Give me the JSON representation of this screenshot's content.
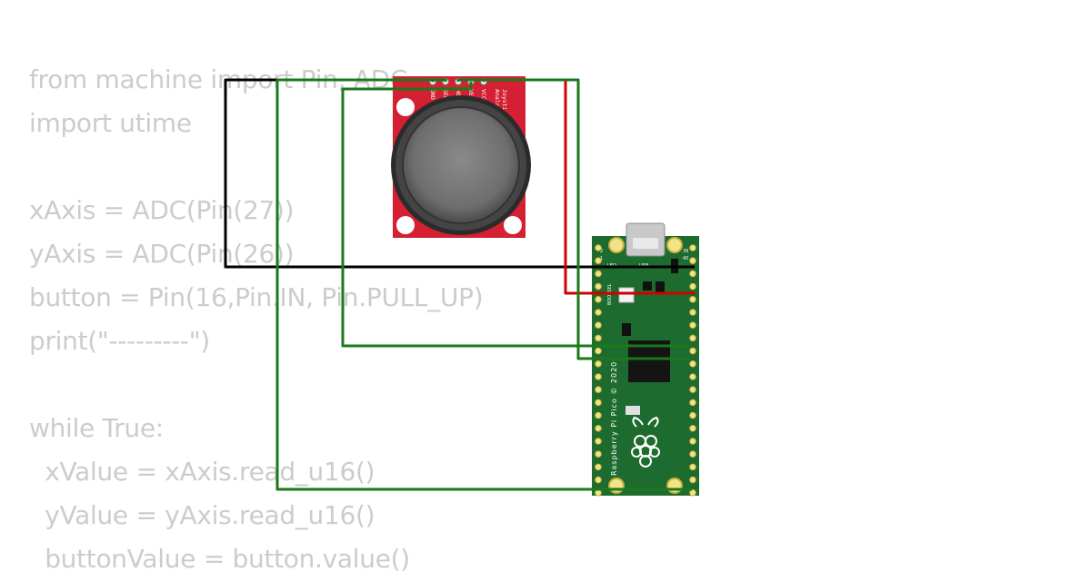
{
  "code": {
    "lines": [
      "from machine import Pin, ADC",
      "import utime",
      "",
      "xAxis = ADC(Pin(27))",
      "yAxis = ADC(Pin(26))",
      "button = Pin(16,Pin.IN, Pin.PULL_UP)",
      "print(\"---------\")",
      "",
      "while True:",
      "  xValue = xAxis.read_u16()",
      "  yValue = yAxis.read_u16()",
      "  buttonValue = button.value()"
    ]
  },
  "joystick": {
    "pins": [
      "GND",
      "SEL",
      "HORZ",
      "VERT",
      "VCC"
    ],
    "title_line1": "Analog",
    "title_line2": "Joystick",
    "color": "#d42032"
  },
  "pico": {
    "name": "Raspberry Pi Pico © 2020",
    "led_label": "LED",
    "usb_label": "USB",
    "bootsel_label": "BOOTSEL",
    "pin1_label": "1",
    "pin2_label": "2",
    "pin39_label": "39",
    "pin40_label": "40",
    "color": "#1d6b2e"
  },
  "wires": {
    "gnd_color": "#000000",
    "vcc_color": "#d10000",
    "signal_color": "#1a7a1a"
  }
}
